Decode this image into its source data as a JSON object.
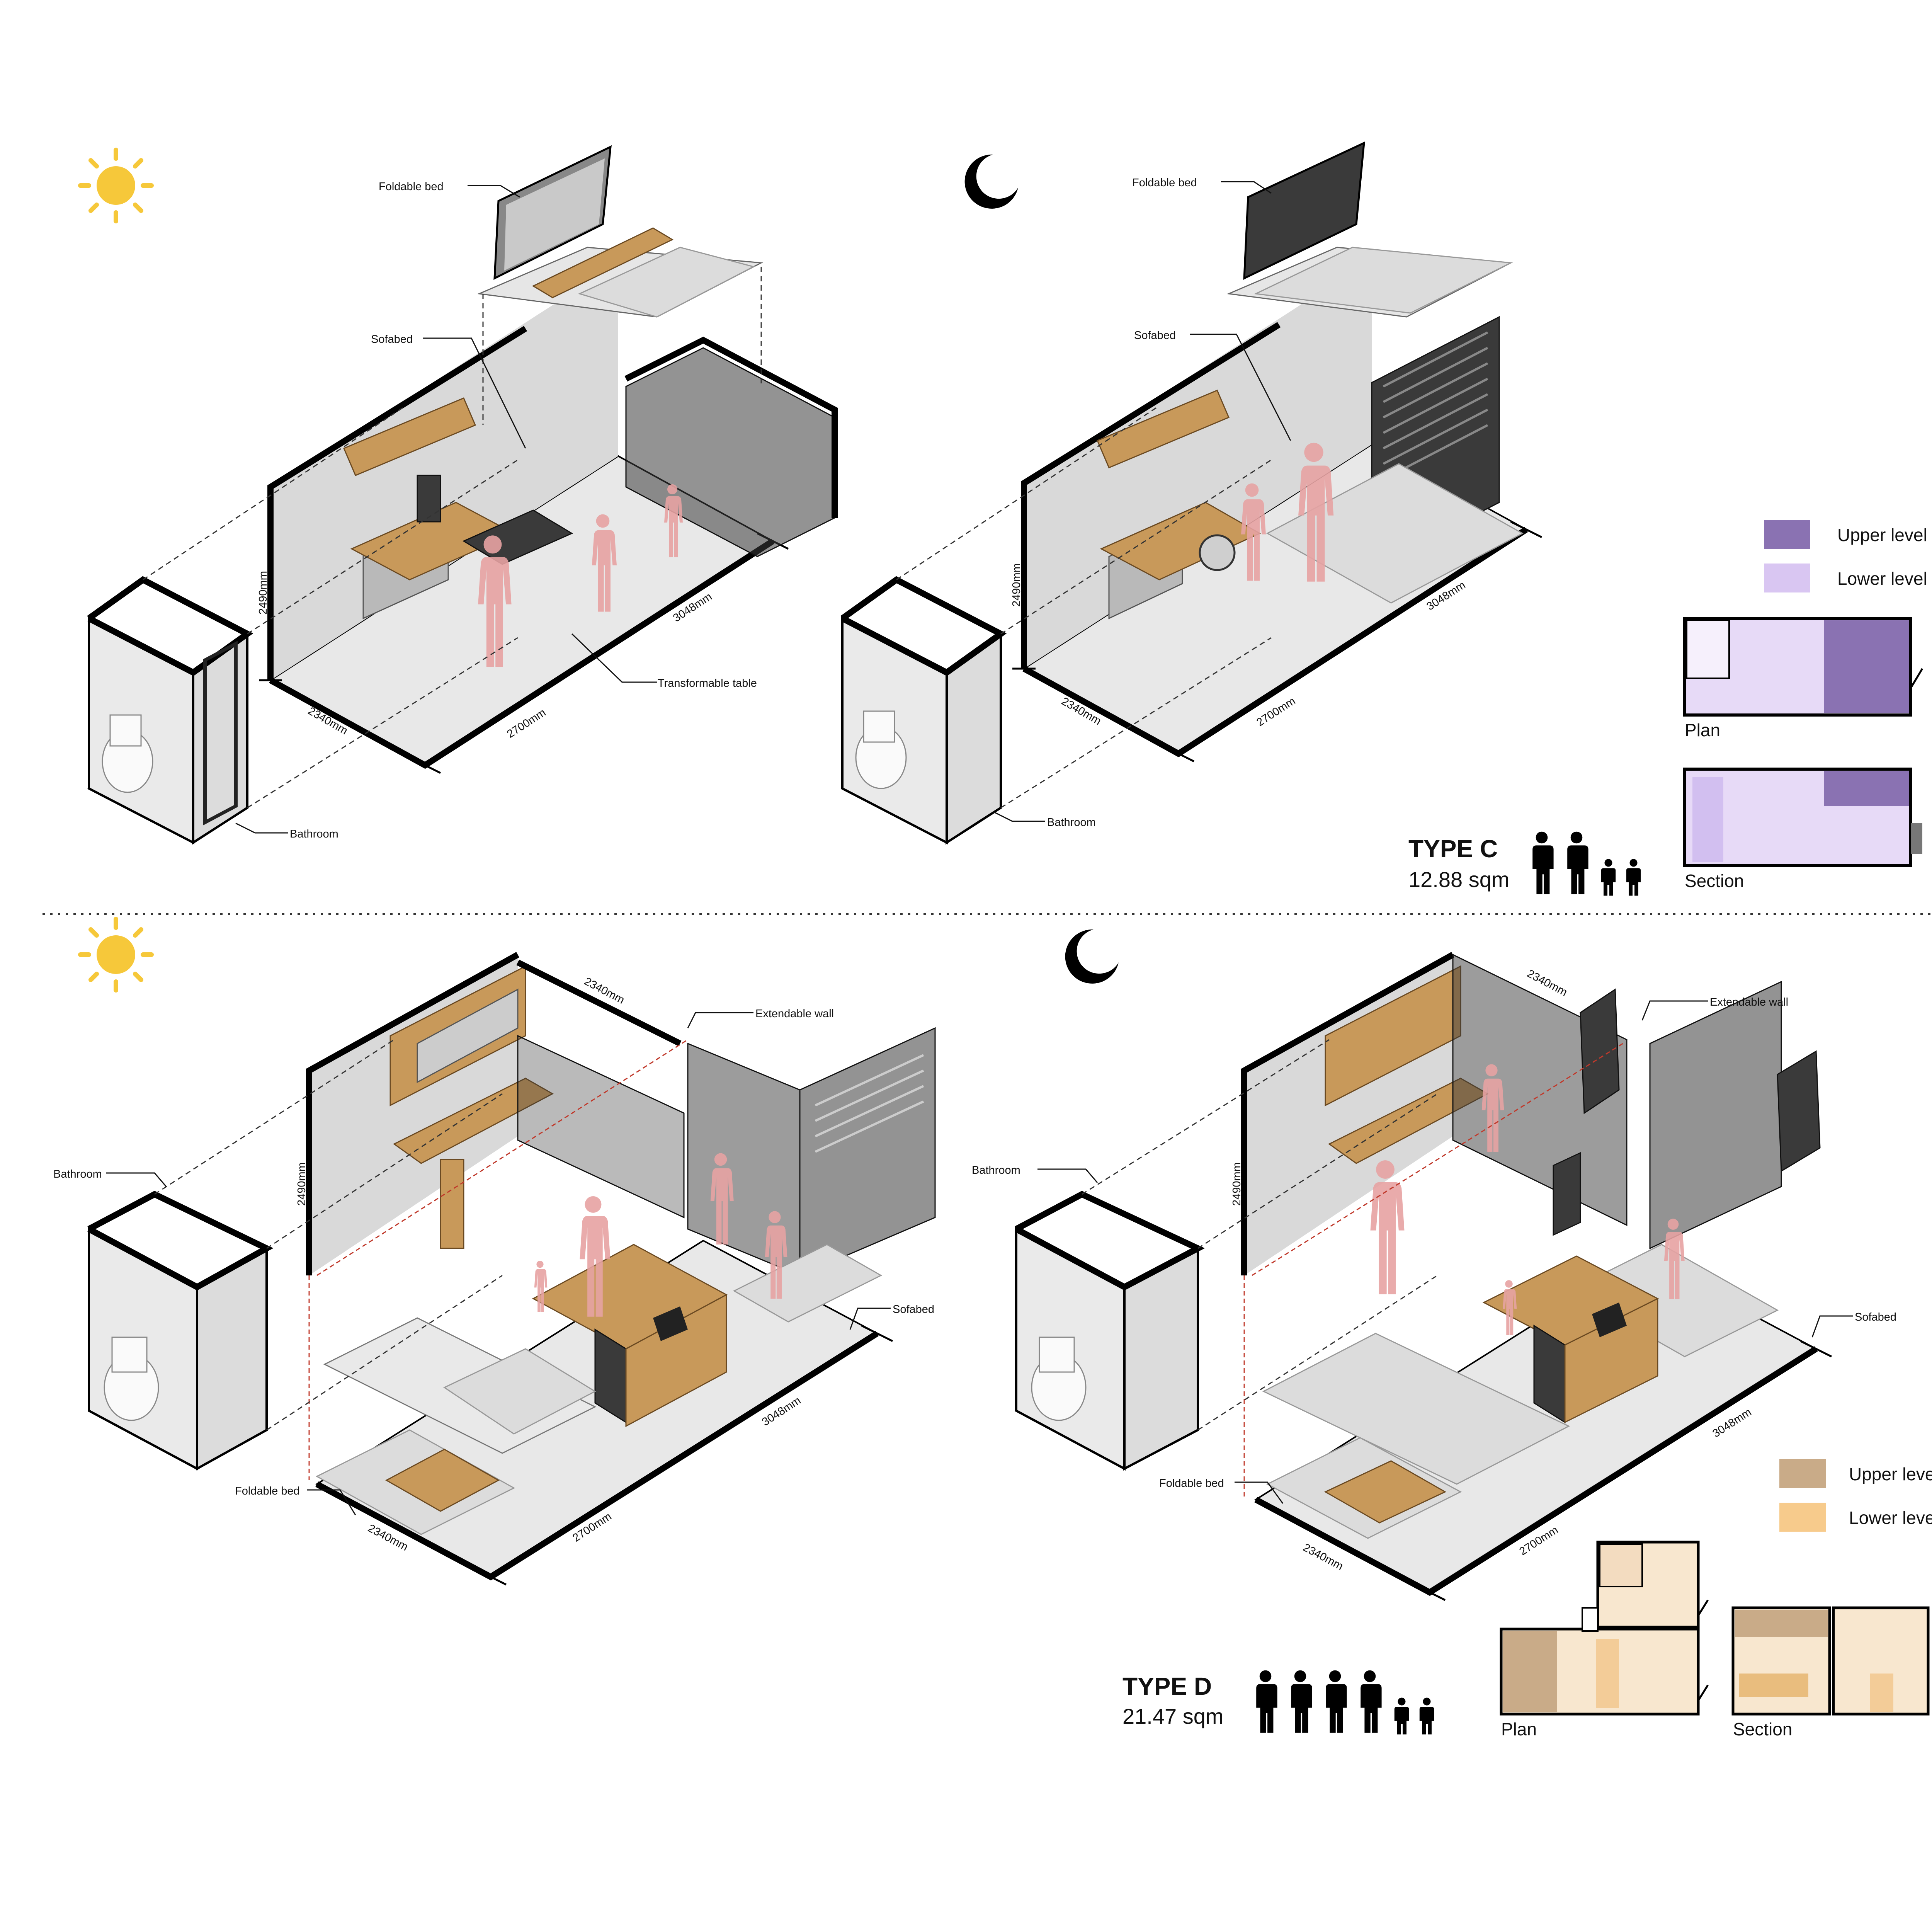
{
  "labels": {
    "foldable_bed": "Foldable bed",
    "sofabed": "Sofabed",
    "transformable_table": "Transformable table",
    "bathroom": "Bathroom",
    "extendable_wall": "Extendable wall"
  },
  "dimensions": {
    "height": "2490mm",
    "depth": "2340mm",
    "width_a": "2700mm",
    "width_b": "3048mm"
  },
  "type_c": {
    "title": "TYPE C",
    "area": "12.88 sqm",
    "occupants": [
      "adult",
      "adult",
      "child",
      "child"
    ],
    "legend": [
      {
        "label": "Upper level",
        "color": "#8a72b2"
      },
      {
        "label": "Lower level",
        "color": "#d9c6f2"
      }
    ],
    "plan_label": "Plan",
    "section_label": "Section"
  },
  "type_d": {
    "title": "TYPE D",
    "area": "21.47 sqm",
    "occupants": [
      "adult",
      "adult",
      "adult",
      "adult",
      "child",
      "child"
    ],
    "legend": [
      {
        "label": "Upper level",
        "color": "#c9ab88"
      },
      {
        "label": "Lower level",
        "color": "#f7cb8c"
      }
    ],
    "plan_label": "Plan",
    "section_label": "Section"
  },
  "icons": {
    "day": "sun-icon",
    "night": "moon-icon",
    "day_color": "#f6c83a",
    "night_color": "#000000"
  },
  "colors": {
    "wall": "#000000",
    "person": "#e7a3a3",
    "wood": "#c8995a"
  }
}
